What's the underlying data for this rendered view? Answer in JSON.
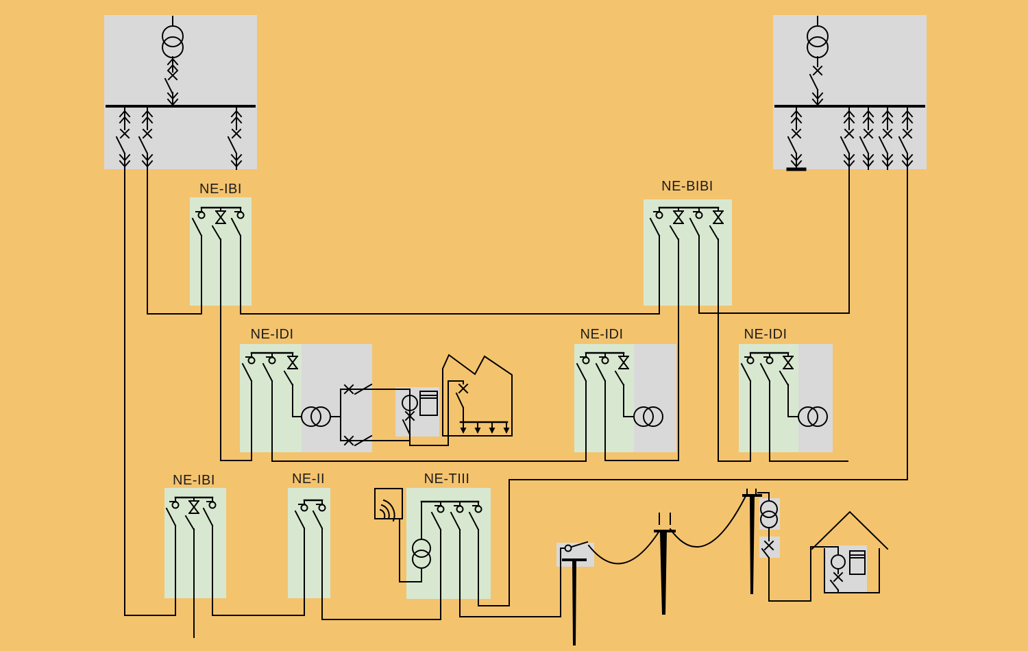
{
  "page": {
    "title": "Electricity distribution network single-line diagram"
  },
  "colors": {
    "background": "#f4c36e",
    "substation_fill": "#d9d9d9",
    "switchgear_fill": "#d8e8d0",
    "equipment_fill": "#dcdcdc",
    "wire": "#000000",
    "label": "#1c1c1c"
  },
  "stations": {
    "ne_ibi_top": "NE-IBI",
    "ne_bibi": "NE-BIBI",
    "ne_idi_left": "NE-IDI",
    "ne_idi_mid": "NE-IDI",
    "ne_idi_right": "NE-IDI",
    "ne_ibi_bottom": "NE-IBI",
    "ne_ii": "NE-II",
    "ne_tiii": "NE-TIII"
  },
  "icons": {
    "transformer-icon": "two overlapping circles",
    "load-break-switch-icon": "circle hinge with blade",
    "fuse-switch-icon": "crossed fuse with blade",
    "feeder-breaker-icon": "chevrons, cross and blade",
    "earth-icon": "ground bar",
    "meter-icon": "circle with cross and register box",
    "radio-antenna-icon": "square with signal arcs",
    "utility-pole-icon": "tapered pole with crossarm",
    "house-icon": "house outline",
    "factory-icon": "sawtooth roof building outline",
    "load-arrow-icon": "downward arrow",
    "overhead-line-icon": "sagging catenary wire"
  }
}
